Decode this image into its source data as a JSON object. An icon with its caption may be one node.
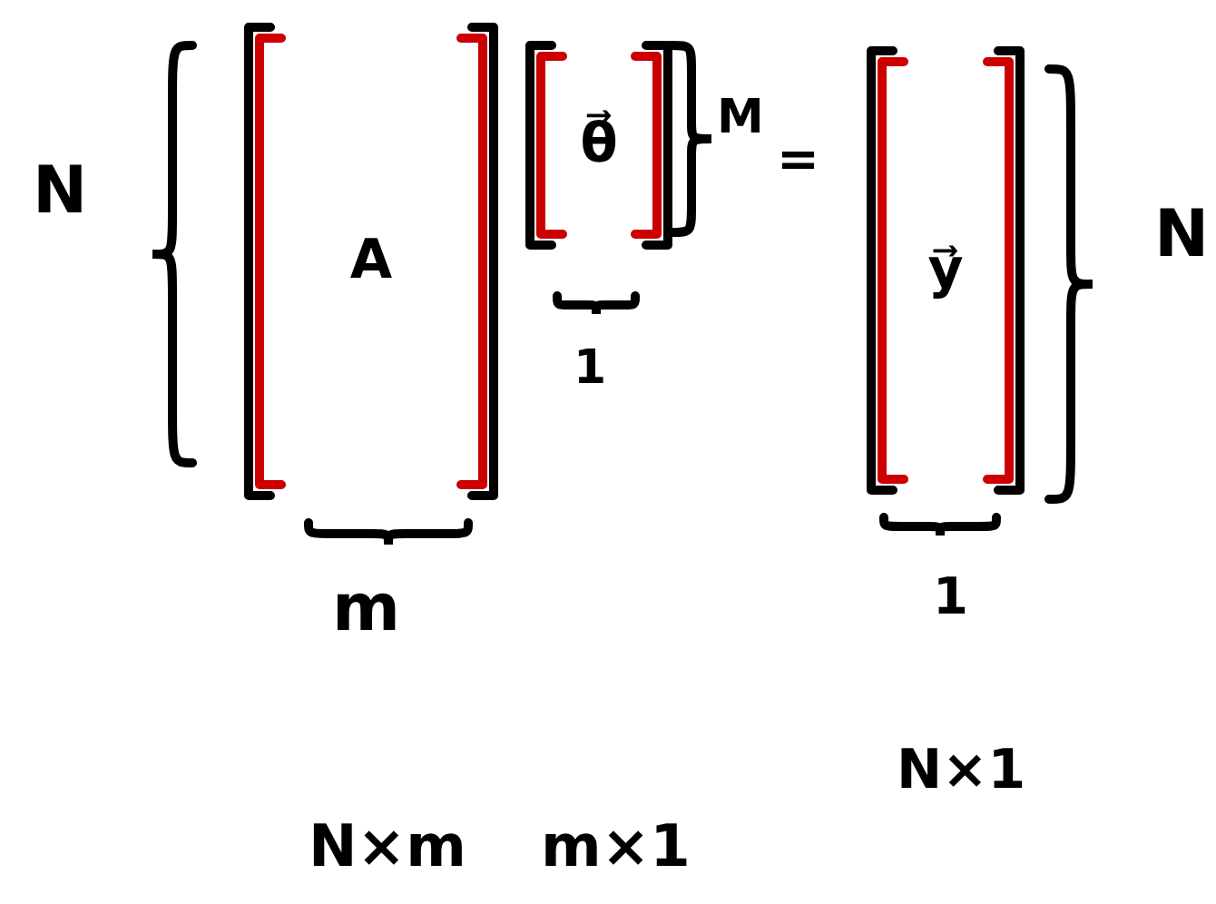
{
  "diagram": {
    "nodes": [
      {
        "text": [
          "A"
        ]
      },
      {
        "text": [
          "θ⃗"
        ]
      },
      {
        "text": [
          "y⃗"
        ]
      }
    ],
    "labels": [
      "M",
      "=",
      "N",
      "N",
      "1",
      "m",
      "1",
      "N×1",
      "N×m",
      "m×1"
    ]
  }
}
